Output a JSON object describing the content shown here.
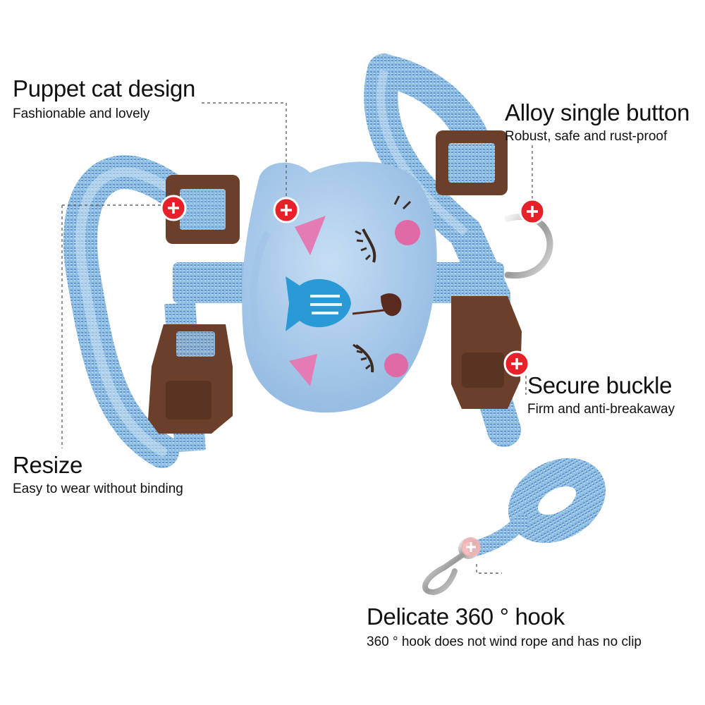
{
  "callouts": {
    "puppet": {
      "title": "Puppet cat design",
      "subtitle": "Fashionable and lovely"
    },
    "alloy": {
      "title": "Alloy single button",
      "subtitle": "Robust, safe and rust-proof"
    },
    "buckle": {
      "title": "Secure buckle",
      "subtitle": "Firm and anti-breakaway"
    },
    "resize": {
      "title": "Resize",
      "subtitle": "Easy to wear without binding"
    },
    "hook": {
      "title": "Delicate 360 ° hook",
      "subtitle": "360 ° hook does not wind rope and has no clip"
    }
  },
  "colors": {
    "strap": "#7fb3dc",
    "strap_dark": "#3f74c0",
    "buckle": "#6b3f2a",
    "cat_face": "#a9cdee",
    "marker": "#e8202a",
    "leader": "#666666"
  },
  "icons": [
    "plus-marker-icon",
    "cat-face-icon",
    "fish-icon",
    "d-ring-icon",
    "snap-hook-icon"
  ]
}
